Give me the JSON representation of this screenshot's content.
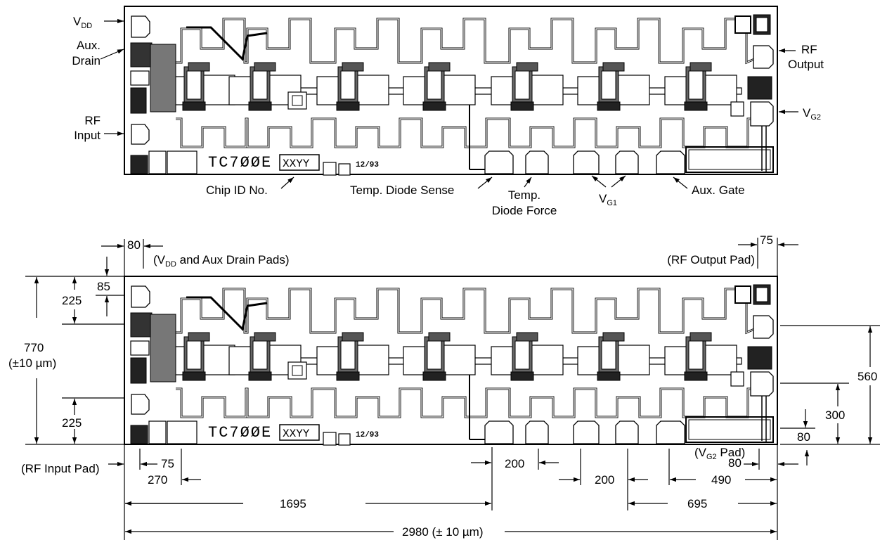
{
  "top_die": {
    "callouts": {
      "vdd": {
        "main": "V",
        "sub": "DD"
      },
      "aux_drain": [
        "Aux.",
        "Drain"
      ],
      "rf_input": [
        "RF",
        "Input"
      ],
      "rf_output": [
        "RF",
        "Output"
      ],
      "vg2": {
        "main": "V",
        "sub": "G2"
      },
      "chip_id": "Chip ID No.",
      "temp_sense": "Temp. Diode Sense",
      "temp_force": [
        "Temp.",
        "Diode Force"
      ],
      "vg1": {
        "main": "V",
        "sub": "G1"
      },
      "aux_gate": "Aux. Gate"
    }
  },
  "chip_marking": {
    "part": "TC7ØØE",
    "lot": "XXYY",
    "date": "12/93"
  },
  "dimensions": {
    "vdd_aux_pads": {
      "pre": "(V",
      "sub": "DD",
      "post": " and Aux Drain Pads)"
    },
    "rf_output_pad": "(RF Output Pad)",
    "rf_input_pad": "(RF Input Pad)",
    "vg2_pad": {
      "pre": "(V",
      "sub": "G2",
      "post": " Pad)"
    },
    "height_total": [
      "770",
      "(±10 µm)"
    ],
    "d80_top": "80",
    "d75_top": "75",
    "d85": "85",
    "d225_top": "225",
    "d225_bottom": "225",
    "d560": "560",
    "d300": "300",
    "d80_right": "80",
    "d80_bottom": "80",
    "d75_bottom": "75",
    "d270": "270",
    "d200_a": "200",
    "d200_b": "200",
    "d490": "490",
    "d1695": "1695",
    "d695": "695",
    "width_total": "2980 (± 10 µm)"
  }
}
